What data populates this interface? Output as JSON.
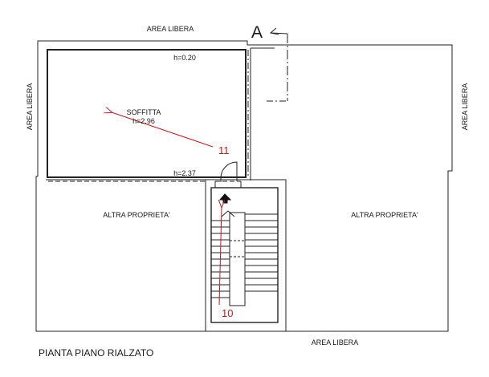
{
  "drawing": {
    "title": "PIANTA PIANO RIALZATO",
    "section_mark": "A",
    "labels": {
      "area_libera_top": "AREA LIBERA",
      "area_libera_left": "AREA LIBERA",
      "area_libera_right": "AREA LIBERA",
      "area_libera_bottom": "AREA LIBERA",
      "soffitta": "SOFFITTA",
      "soffitta_height": "h=2.96",
      "height_top": "h=0.20",
      "height_bottom": "h=2.37",
      "altra_proprieta_left": "ALTRA PROPRIETA'",
      "altra_proprieta_right": "ALTRA PROPRIETA'"
    },
    "viewpoints": [
      {
        "number": "11",
        "color": "#d0141c"
      },
      {
        "number": "10",
        "color": "#d0141c"
      }
    ]
  }
}
